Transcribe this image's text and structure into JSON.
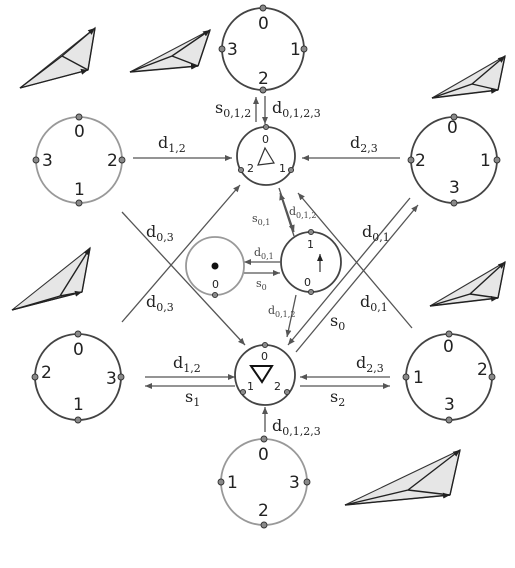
{
  "nodes": {
    "top": {
      "labels": [
        "0",
        "1",
        "2",
        "3"
      ]
    },
    "upper_left": {
      "labels": [
        "0",
        "2",
        "1",
        "3"
      ]
    },
    "upper_right": {
      "labels": [
        "0",
        "1",
        "3",
        "2"
      ]
    },
    "center_top": {
      "labels": [
        "0",
        "1",
        "2"
      ]
    },
    "center_left": {
      "labels": [
        "0"
      ]
    },
    "center_mid": {
      "labels": [
        "1",
        "0"
      ]
    },
    "center_bot": {
      "labels": [
        "0",
        "2",
        "1"
      ]
    },
    "lower_left": {
      "labels": [
        "0",
        "3",
        "1",
        "2"
      ]
    },
    "lower_right": {
      "labels": [
        "0",
        "2",
        "3",
        "1"
      ]
    },
    "bottom": {
      "labels": [
        "0",
        "3",
        "2",
        "1"
      ]
    }
  },
  "maps": {
    "s_top": {
      "s": "s",
      "sub": "0,1,2"
    },
    "d_top": {
      "s": "d",
      "sub": "0,1,2,3"
    },
    "d_ul": {
      "s": "d",
      "sub": "1,2"
    },
    "d_ur": {
      "s": "d",
      "sub": "2,3"
    },
    "d_diag_l": {
      "s": "d",
      "sub": "0,3"
    },
    "d_diag_l2": {
      "s": "d",
      "sub": "0,3"
    },
    "d_diag_r": {
      "s": "d",
      "sub": "0,1"
    },
    "d_diag_r2": {
      "s": "d",
      "sub": "0,1"
    },
    "s_diag_r": {
      "s": "s",
      "sub": "0"
    },
    "s_c1": {
      "s": "s",
      "sub": "0,1"
    },
    "d_c1": {
      "s": "d",
      "sub": "0,1,2"
    },
    "d_c2": {
      "s": "d",
      "sub": "0,1"
    },
    "s_c2": {
      "s": "s",
      "sub": "0"
    },
    "d_c3": {
      "s": "d",
      "sub": "0,1,2"
    },
    "d_ll": {
      "s": "d",
      "sub": "1,2"
    },
    "s_ll": {
      "s": "s",
      "sub": "1"
    },
    "d_lr": {
      "s": "d",
      "sub": "2,3"
    },
    "s_lr": {
      "s": "s",
      "sub": "2"
    },
    "d_bot": {
      "s": "d",
      "sub": "0,1,2,3"
    }
  }
}
